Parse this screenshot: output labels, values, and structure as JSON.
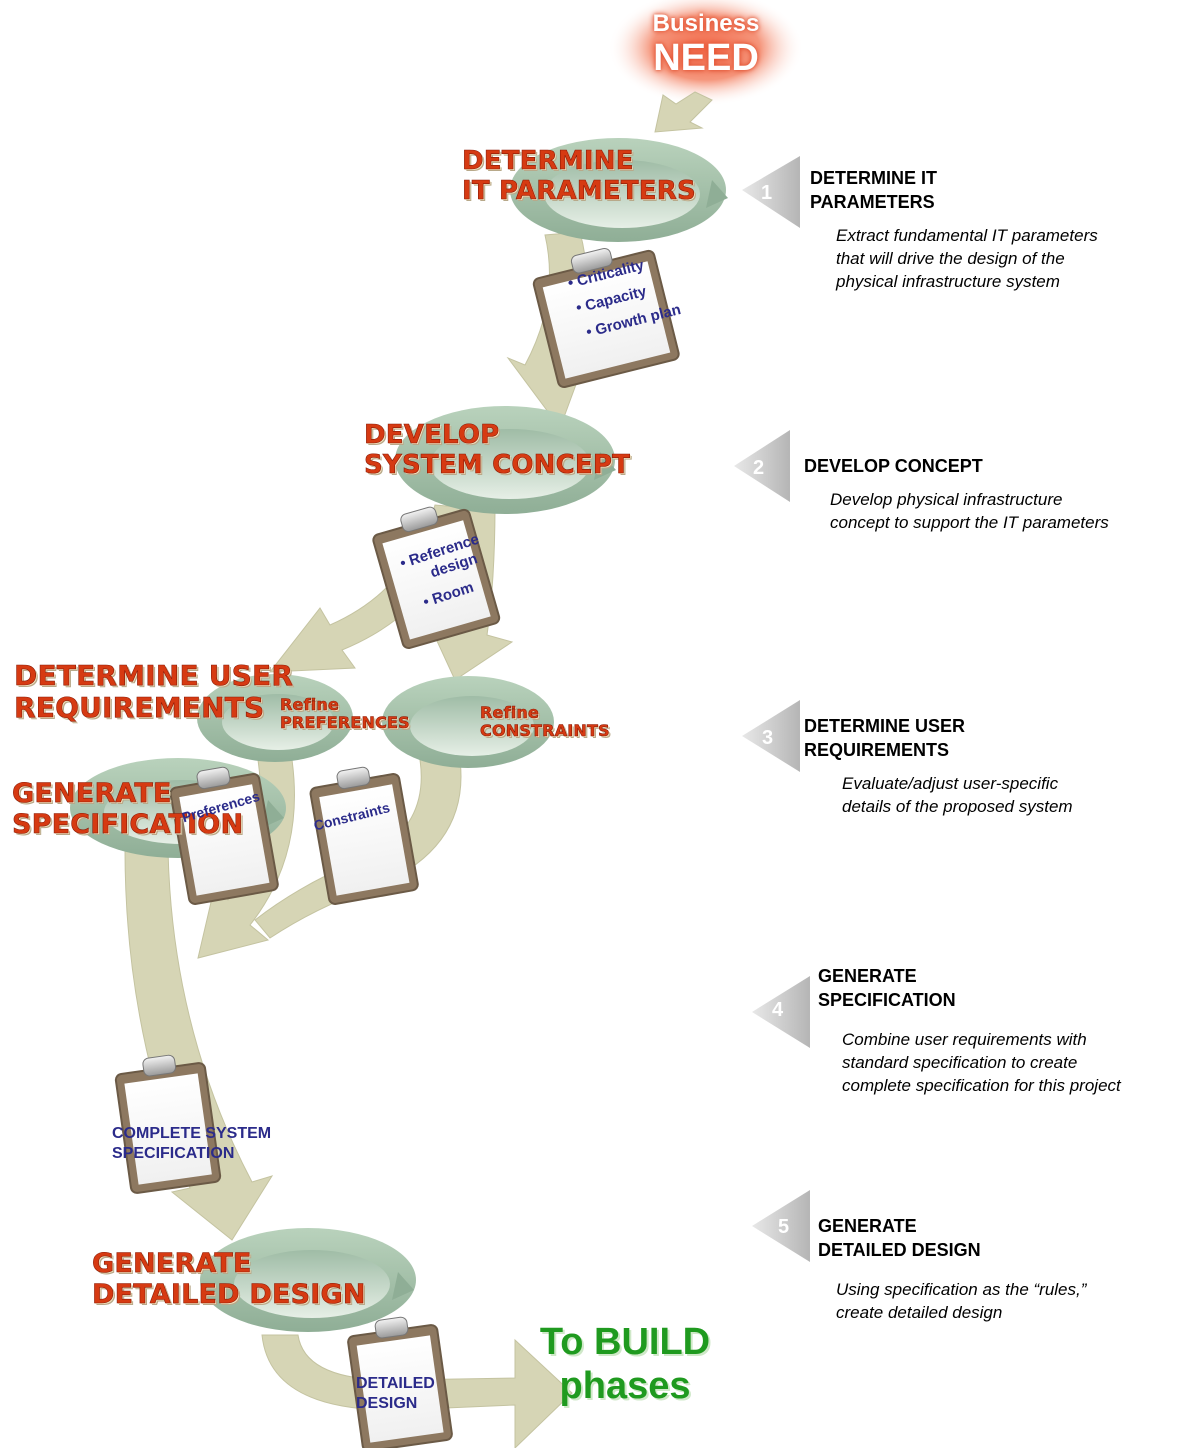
{
  "start": {
    "line1": "Business",
    "line2": "NEED"
  },
  "stages": [
    {
      "title_line1": "DETERMINE",
      "title_line2": "IT PARAMETERS"
    },
    {
      "title_line1": "DEVELOP",
      "title_line2": "SYSTEM CONCEPT"
    },
    {
      "title_line1": "DETERMINE USER",
      "title_line2": "REQUIREMENTS"
    },
    {
      "title_line1": "GENERATE",
      "title_line2": "SPECIFICATION"
    },
    {
      "title_line1": "GENERATE",
      "title_line2": "DETAILED DESIGN"
    }
  ],
  "refine": {
    "preferences": {
      "line1": "Refine",
      "line2": "PREFERENCES"
    },
    "constraints": {
      "line1": "Refine",
      "line2": "CONSTRAINTS"
    }
  },
  "clipboards": {
    "it_params": [
      "• Criticality",
      "• Capacity",
      "• Growth plan"
    ],
    "concept": [
      "• Reference",
      "design",
      "• Room"
    ],
    "preferences": "Preferences",
    "constraints": "Constraints",
    "spec": [
      "COMPLETE SYSTEM",
      "SPECIFICATION"
    ],
    "design": [
      "DETAILED",
      "DESIGN"
    ]
  },
  "end": {
    "line1": "To BUILD",
    "line2": "phases"
  },
  "steps": [
    {
      "number": "1",
      "title_line1": "DETERMINE IT",
      "title_line2": "PARAMETERS",
      "desc": [
        "Extract fundamental IT parameters",
        "that will drive the design of the",
        "physical infrastructure system"
      ]
    },
    {
      "number": "2",
      "title_line1": "DEVELOP CONCEPT",
      "title_line2": "",
      "desc": [
        "Develop physical infrastructure",
        "concept to support the IT parameters"
      ]
    },
    {
      "number": "3",
      "title_line1": "DETERMINE USER",
      "title_line2": "REQUIREMENTS",
      "desc": [
        "Evaluate/adjust user-specific",
        "details of the proposed system"
      ]
    },
    {
      "number": "4",
      "title_line1": "GENERATE",
      "title_line2": "SPECIFICATION",
      "desc": [
        "Combine user requirements with",
        "standard specification to create",
        "complete specification for this project"
      ]
    },
    {
      "number": "5",
      "title_line1": "GENERATE",
      "title_line2": "DETAILED DESIGN",
      "desc": [
        "Using specification as the “rules,”",
        "create detailed design"
      ]
    }
  ],
  "colors": {
    "arrow_fill": "#d6d5b5",
    "cycle_fill": "#a9c4ae",
    "stage_title": "#d63a12",
    "clipboard_text": "#2b2b8a",
    "end_text": "#1f9a1f",
    "step_chevron": "#c8c8c8"
  }
}
